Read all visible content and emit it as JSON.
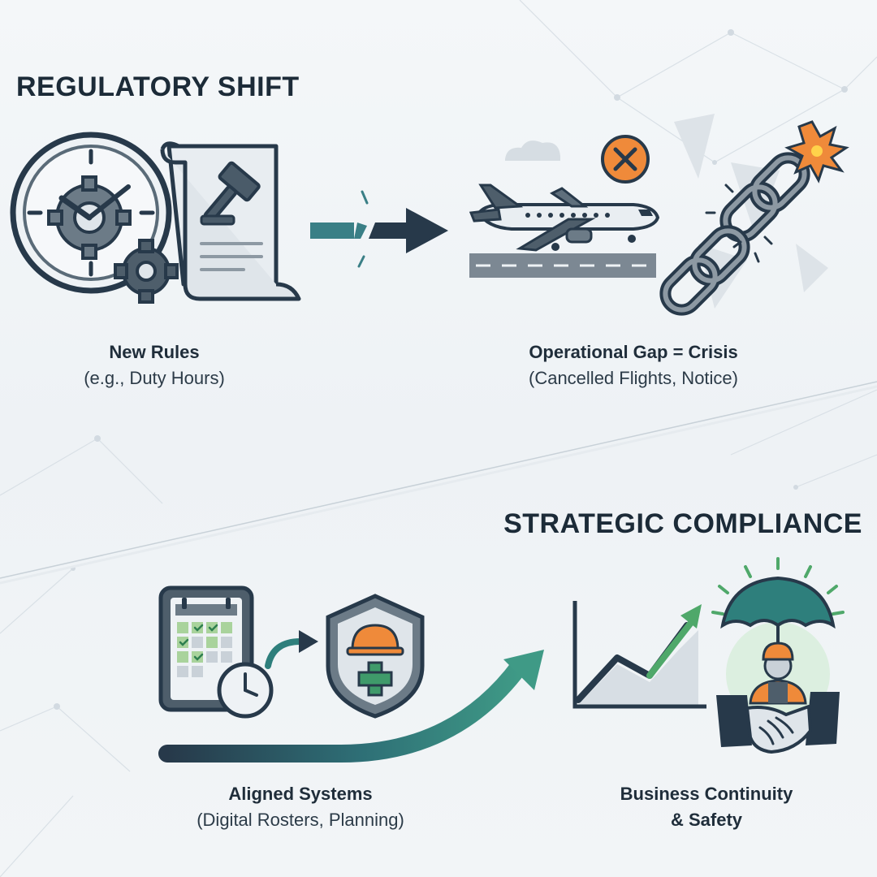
{
  "top_section": {
    "heading": "REGULATORY SHIFT",
    "left_caption": {
      "title": "New Rules",
      "subtitle": "(e.g., Duty Hours)"
    },
    "right_caption": {
      "title": "Operational Gap = Crisis",
      "subtitle": "(Cancelled Flights, Notice)"
    }
  },
  "bottom_section": {
    "heading": "STRATEGIC COMPLIANCE",
    "left_caption": {
      "title": "Aligned Systems",
      "subtitle": "(Digital Rosters, Planning)"
    },
    "right_caption": {
      "title": "Business Continuity",
      "subtitle": "& Safety"
    }
  },
  "colors": {
    "navy": "#27394a",
    "teal": "#2e7f7c",
    "green": "#5aa86a",
    "orange": "#ef8a3a",
    "light_gray": "#d7dee4",
    "mid_gray": "#8d99a3"
  },
  "icons": [
    "clock-gear-icon",
    "legal-document-icon",
    "broken-arrow-icon",
    "airplane-icon",
    "cancel-x-icon",
    "cloud-icon",
    "broken-chain-icon",
    "tablet-calendar-icon",
    "shield-worker-icon",
    "curved-arrow-icon",
    "growth-chart-icon",
    "umbrella-worker-icon",
    "handshake-icon"
  ]
}
